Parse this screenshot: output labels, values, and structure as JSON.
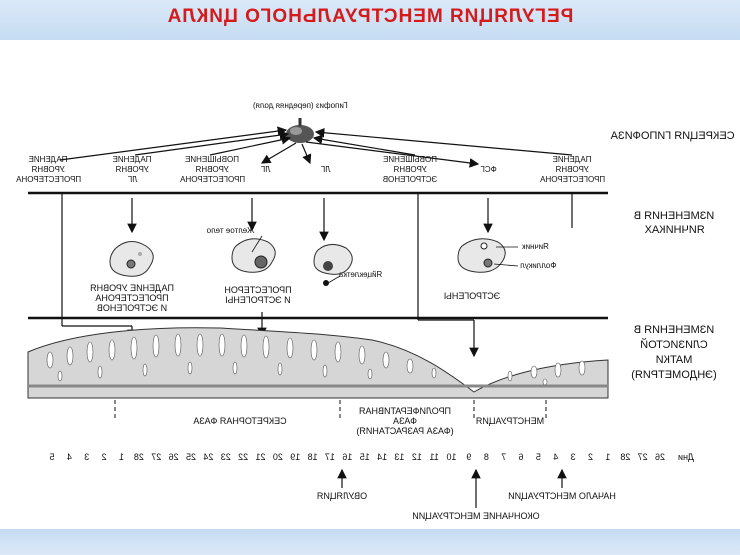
{
  "title": "РЕГУЛЯЦИЯ МЕНСТРУАЛЬНОГО ЦИКЛА",
  "pituitary": "Гипофиз (передняя доля)",
  "row_labels": {
    "pituitary_secretion": "СЕКРЕЦИЯ ГИПОФИЗА",
    "ovary_l1": "ИЗМЕНЕНИЯ В",
    "ovary_l2": "ЯИЧНИКАХ",
    "uterus_l1": "ИЗМЕНЕНИЯ В",
    "uterus_l2": "СЛИЗИСТОЙ",
    "uterus_l3": "МАТКИ",
    "uterus_l4": "(ЭНДОМЕТРИЯ)"
  },
  "hormones": {
    "h1": [
      "ПАДЕНИЕ",
      "УРОВНЯ",
      "ПРОГЕСТЕРОНА"
    ],
    "h2": [
      "ПАДЕНИЕ",
      "УРОВНЯ",
      "ЛГ"
    ],
    "h3": [
      "ПОВЫШЕНИЕ",
      "УРОВНЯ",
      "ПРОГЕСТЕРОНА"
    ],
    "h4": "ЛГ",
    "h5": "ЛГ",
    "h6": [
      "ПОВЫШЕНИЕ",
      "УРОВНЯ",
      "ЭСТРОГЕНОВ"
    ],
    "h7": "ФСГ",
    "h8": [
      "ПАДЕНИЕ",
      "УРОВНЯ",
      "ПРОГЕСТЕРОНА"
    ]
  },
  "ovary": {
    "left_caption": [
      "ПАДЕНИЕ УРОВНЯ",
      "ПРОГЕСТЕРОНА",
      "И ЭСТРОГЕНОВ"
    ],
    "mid_caption": [
      "ПРОГЕСТЕРОН",
      "И ЭСТРОГЕНЫ"
    ],
    "corpus_luteum": "Желтое тело",
    "egg": "Яйцеклетка",
    "ovary_label": "Яичник",
    "follicle_label": "Фолликул",
    "estrogens": "ЭСТРОГЕНЫ"
  },
  "phases": {
    "secretory": "СЕКРЕТОРНАЯ ФАЗА",
    "prolif_l1": "ПРОЛИФЕРАТИВНАЯ",
    "prolif_l2": "ФАЗА",
    "prolif_l3": "(ФАЗА РАЗРАСТАНИЯ)",
    "menstruation": "МЕНСТРУАЦИЯ"
  },
  "days": {
    "label": "Дни",
    "values": [
      "26",
      "27",
      "28",
      "1",
      "2",
      "3",
      "4",
      "5",
      "6",
      "7",
      "8",
      "9",
      "10",
      "11",
      "12",
      "13",
      "14",
      "15",
      "16",
      "17",
      "18",
      "19",
      "20",
      "21",
      "22",
      "23",
      "24",
      "25",
      "26",
      "27",
      "28",
      "1",
      "2",
      "3",
      "4",
      "5"
    ]
  },
  "events": {
    "ovulation": "ОВУЛЯЦИЯ",
    "menses_start": "НАЧАЛО МЕНСТРУАЦИИ",
    "menses_end": "ОКОНЧАНИЕ МЕНСТРУАЦИИ"
  }
}
